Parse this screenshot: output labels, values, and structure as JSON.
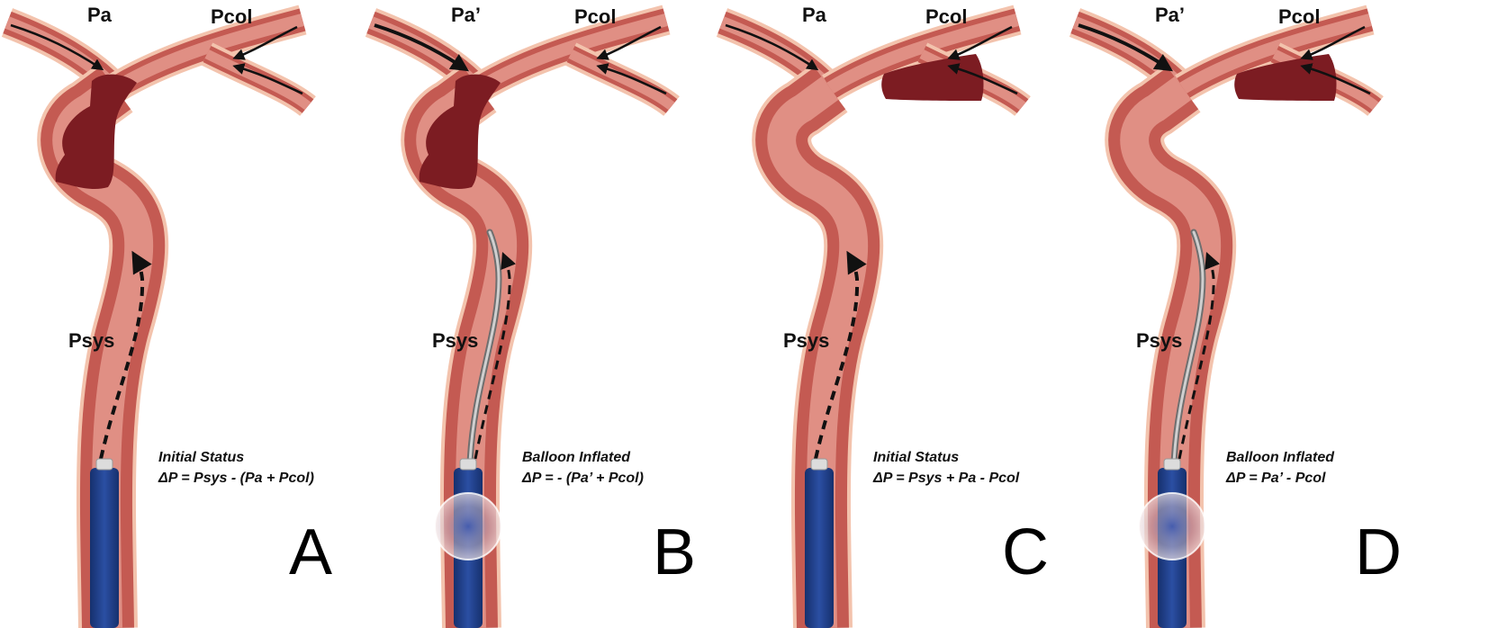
{
  "panels": [
    {
      "letter": "A",
      "pa_label": "Pa",
      "pcol_label": "Pcol",
      "psys_label": "Psys",
      "caption_line1": "Initial Status",
      "caption_line2": "ΔP = Psys - (Pa + Pcol)",
      "catheter": false,
      "balloon": false,
      "clot": "basilar"
    },
    {
      "letter": "B",
      "pa_label": "Pa’",
      "pcol_label": "Pcol",
      "psys_label": "Psys",
      "caption_line1": "Balloon Inflated",
      "caption_line2": "ΔP =  - (Pa’ + Pcol)",
      "catheter": true,
      "balloon": true,
      "clot": "basilar"
    },
    {
      "letter": "C",
      "pa_label": "Pa",
      "pcol_label": "Pcol",
      "psys_label": "Psys",
      "caption_line1": "Initial Status",
      "caption_line2": "ΔP = Psys + Pa - Pcol",
      "catheter": false,
      "balloon": false,
      "clot": "branch"
    },
    {
      "letter": "D",
      "pa_label": "Pa’",
      "pcol_label": "Pcol",
      "psys_label": "Psys",
      "caption_line1": "Balloon Inflated",
      "caption_line2": "ΔP = Pa’ - Pcol",
      "catheter": true,
      "balloon": true,
      "clot": "branch"
    }
  ],
  "colors": {
    "vessel_outer": "#f3c3ad",
    "vessel_wall": "#c45a52",
    "vessel_lumen": "#e08f84",
    "clot": "#7c1c22",
    "catheter": "#1d3f8c",
    "wire": "#9a9a9a",
    "arrow": "#111111"
  }
}
